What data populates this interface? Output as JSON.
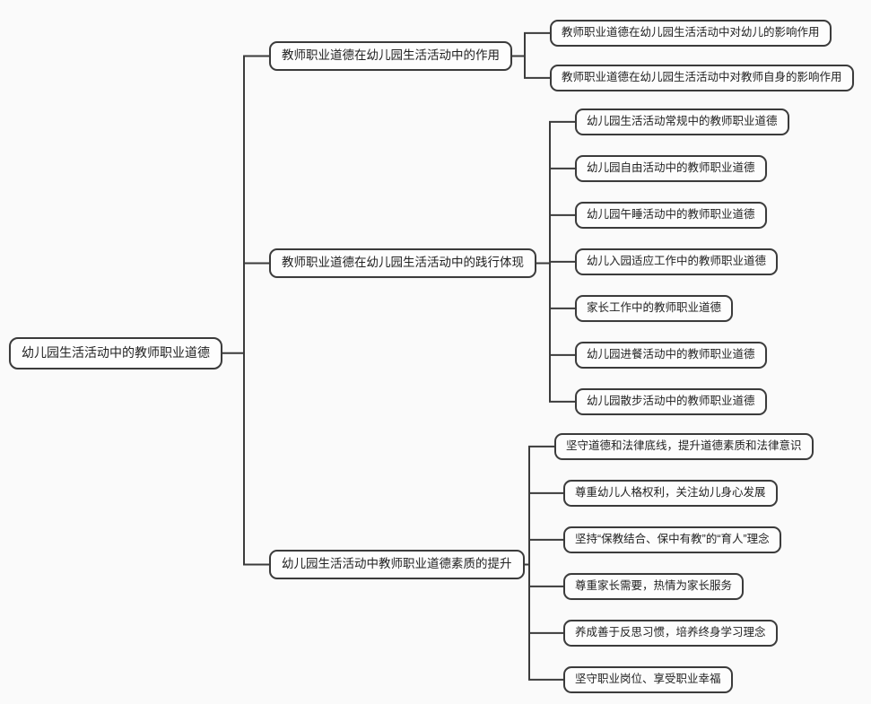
{
  "canvas": {
    "background_color": "#fafafa",
    "line_color": "#3b3b3b",
    "box_border_color": "#3b3b3b",
    "box_fill_color": "#fdfdfd",
    "text_color": "#222222"
  },
  "tree": {
    "root": {
      "label": "幼儿园生活活动中的教师职业道德"
    },
    "branches": [
      {
        "label": "教师职业道德在幼儿园生活活动中的作用",
        "children": [
          {
            "label": "教师职业道德在幼儿园生活活动中对幼儿的影响作用"
          },
          {
            "label": "教师职业道德在幼儿园生活活动中对教师自身的影响作用"
          }
        ]
      },
      {
        "label": "教师职业道德在幼儿园生活活动中的践行体现",
        "children": [
          {
            "label": "幼儿园生活活动常规中的教师职业道德"
          },
          {
            "label": "幼儿园自由活动中的教师职业道德"
          },
          {
            "label": "幼儿园午睡活动中的教师职业道德"
          },
          {
            "label": "幼儿入园适应工作中的教师职业道德"
          },
          {
            "label": "家长工作中的教师职业道德"
          },
          {
            "label": "幼儿园进餐活动中的教师职业道德"
          },
          {
            "label": "幼儿园散步活动中的教师职业道德"
          }
        ]
      },
      {
        "label": "幼儿园生活活动中教师职业道德素质的提升",
        "children": [
          {
            "label": "坚守道德和法律底线，提升道德素质和法律意识"
          },
          {
            "label": "尊重幼儿人格权利，关注幼儿身心发展"
          },
          {
            "label": "坚持“保教结合、保中有教”的“育人”理念"
          },
          {
            "label": "尊重家长需要，热情为家长服务"
          },
          {
            "label": "养成善于反思习惯，培养终身学习理念"
          },
          {
            "label": "坚守职业岗位、享受职业幸福"
          }
        ]
      }
    ]
  }
}
